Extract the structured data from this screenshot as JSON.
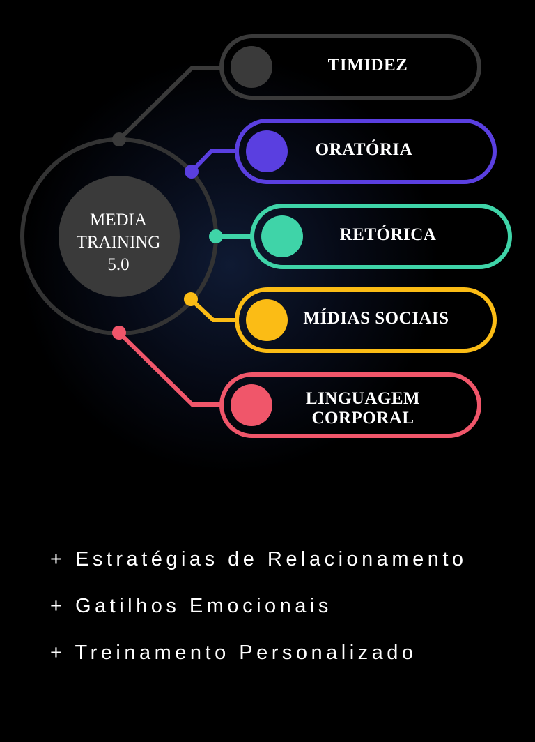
{
  "center": {
    "lines": [
      "MEDIA",
      "TRAINING",
      "5.0"
    ]
  },
  "topics": [
    {
      "label": "TIMIDEZ",
      "color": "#3a3a3a"
    },
    {
      "label": "ORATÓRIA",
      "color": "#5a3fe0"
    },
    {
      "label": "RETÓRICA",
      "color": "#3fd4a8"
    },
    {
      "label": "MÍDIAS SOCIAIS",
      "color": "#fbbc15"
    },
    {
      "label": "LINGUAGEM\nCORPORAL",
      "color": "#f0566a"
    }
  ],
  "extras": [
    "+ Estratégias de Relacionamento",
    "+ Gatilhos Emocionais",
    "+ Treinamento Personalizado"
  ],
  "colors": {
    "background": "#000000",
    "ring": "#333333",
    "center_circle": "#3a3a3a",
    "text": "#ffffff"
  }
}
